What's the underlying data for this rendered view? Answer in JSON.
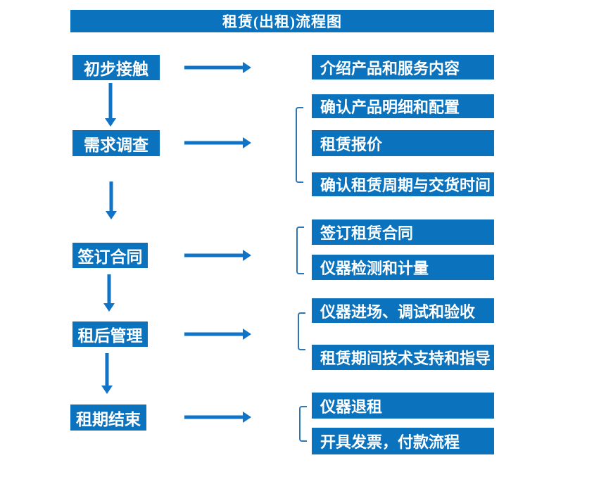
{
  "title": "租赁(出租)流程图",
  "colors": {
    "box_blue": "#0b72be",
    "arrow_blue": "#1173c6",
    "bracket_blue": "#2e75b6",
    "text_white": "#ffffff"
  },
  "stages": [
    {
      "label": "初步接触",
      "outputs": [
        "介绍产品和服务内容"
      ]
    },
    {
      "label": "需求调查",
      "outputs": [
        "确认产品明细和配置",
        "租赁报价",
        "确认租赁周期与交货时间"
      ]
    },
    {
      "label": "签订合同",
      "outputs": [
        "签订租赁合同",
        "仪器检测和计量"
      ]
    },
    {
      "label": "租后管理",
      "outputs": [
        "仪器进场、调试和验收",
        "租赁期间技术支持和指导"
      ]
    },
    {
      "label": "租期结束",
      "outputs": [
        "仪器退租",
        "开具发票，付款流程"
      ]
    }
  ]
}
